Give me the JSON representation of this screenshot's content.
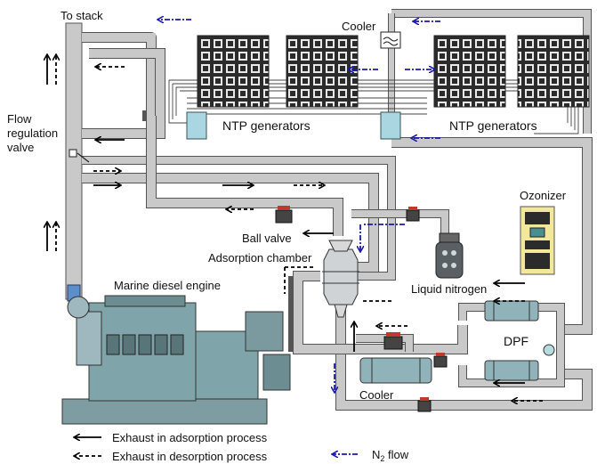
{
  "labels": {
    "to_stack": "To stack",
    "flow_regulation_line1": "Flow",
    "flow_regulation_line2": "regulation",
    "flow_regulation_line3": "valve",
    "cooler_top": "Cooler",
    "ntp_left": "NTP generators",
    "ntp_right": "NTP generators",
    "ozonizer": "Ozonizer",
    "ball_valve": "Ball valve",
    "adsorption_chamber": "Adsorption chamber",
    "liquid_nitrogen": "Liquid nitrogen",
    "marine_diesel_engine": "Marine diesel engine",
    "dpf": "DPF",
    "cooler_bottom": "Cooler"
  },
  "legend": {
    "adsorption": "Exhaust in adsorption process",
    "desorption": "Exhaust in desorption process",
    "n2_flow": "N",
    "n2_flow_sub": "2",
    "n2_flow_tail": " flow"
  },
  "colors": {
    "pipe": "#c9c9c9",
    "n2_arrow": "#1a1aa8",
    "equipment": "#9fb7bf",
    "ozonizer_body": "#f3e79a",
    "valve_red": "#c0392b",
    "generator": "#2b2b2b"
  }
}
